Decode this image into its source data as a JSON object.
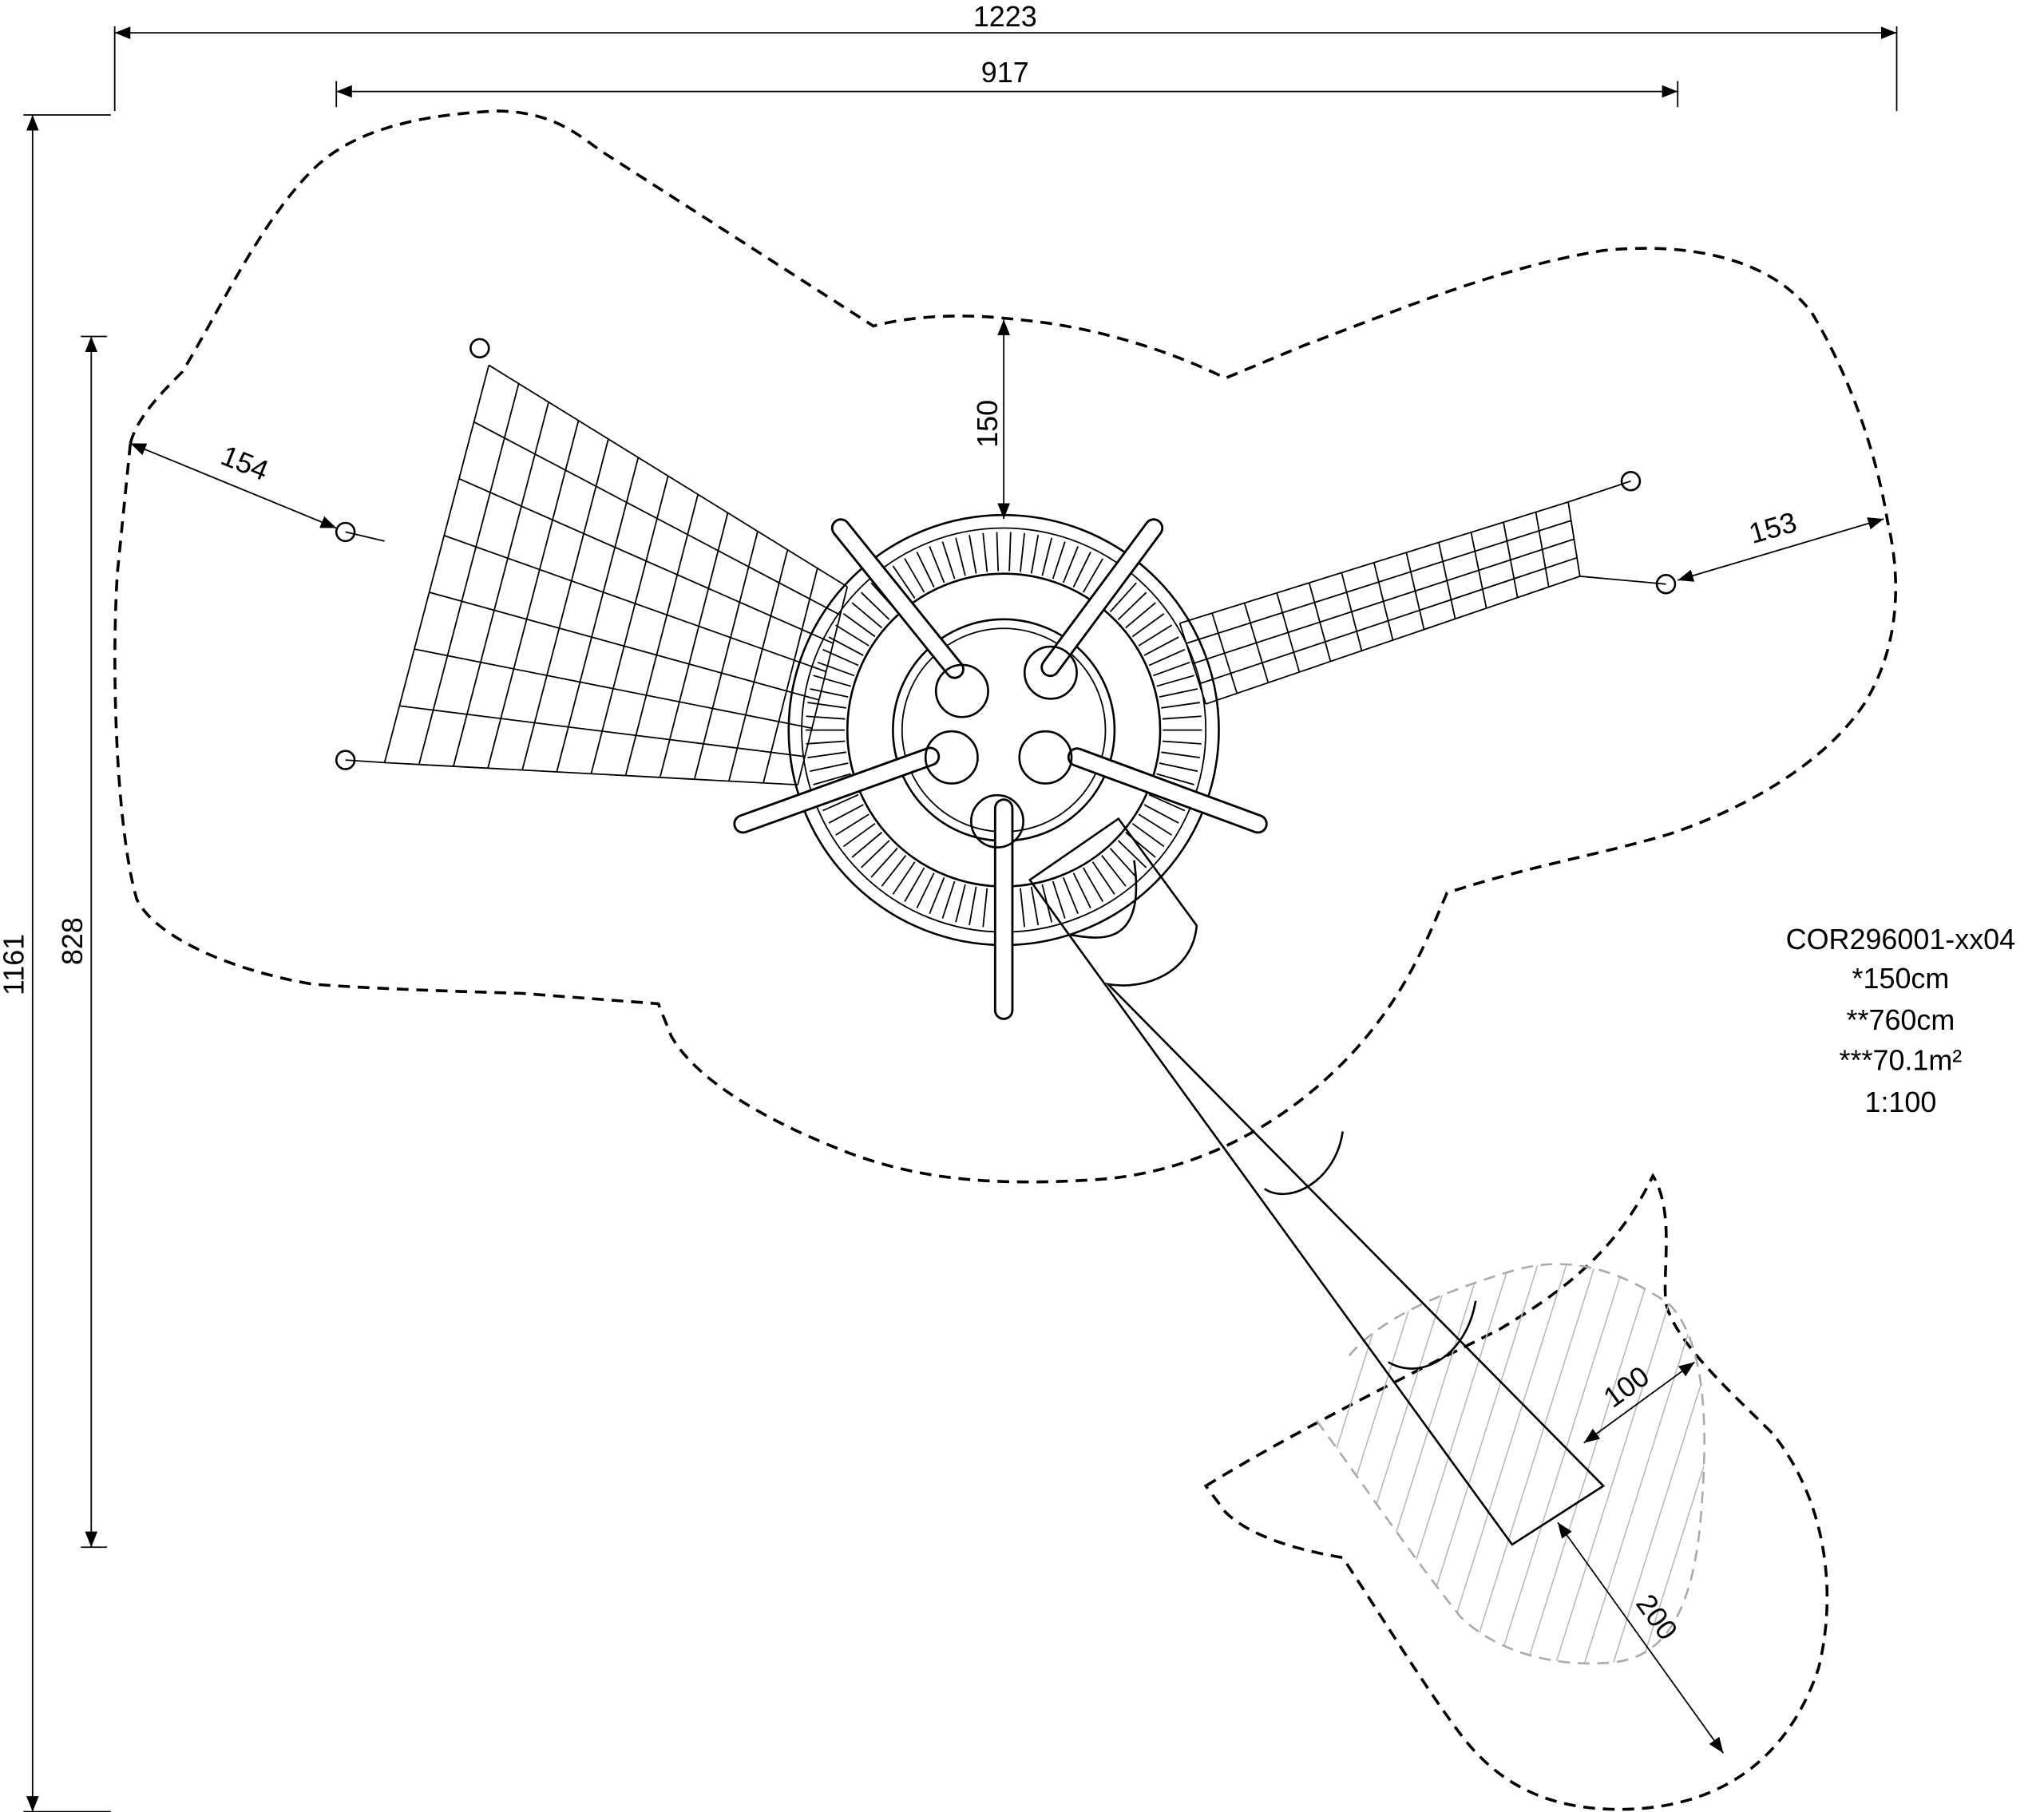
{
  "dimensions": {
    "overall_width": "1223",
    "inner_width": "917",
    "overall_height": "1161",
    "inner_height": "828",
    "top_clearance": "150",
    "left_clearance": "154",
    "right_clearance": "153",
    "slide_side": "100",
    "slide_run_out": "200"
  },
  "info": {
    "product_code": "COR296001-xx04",
    "free_fall_height": "*150cm",
    "total_height": "**760cm",
    "safety_area": "***70.1m²",
    "scale": "1:100"
  }
}
